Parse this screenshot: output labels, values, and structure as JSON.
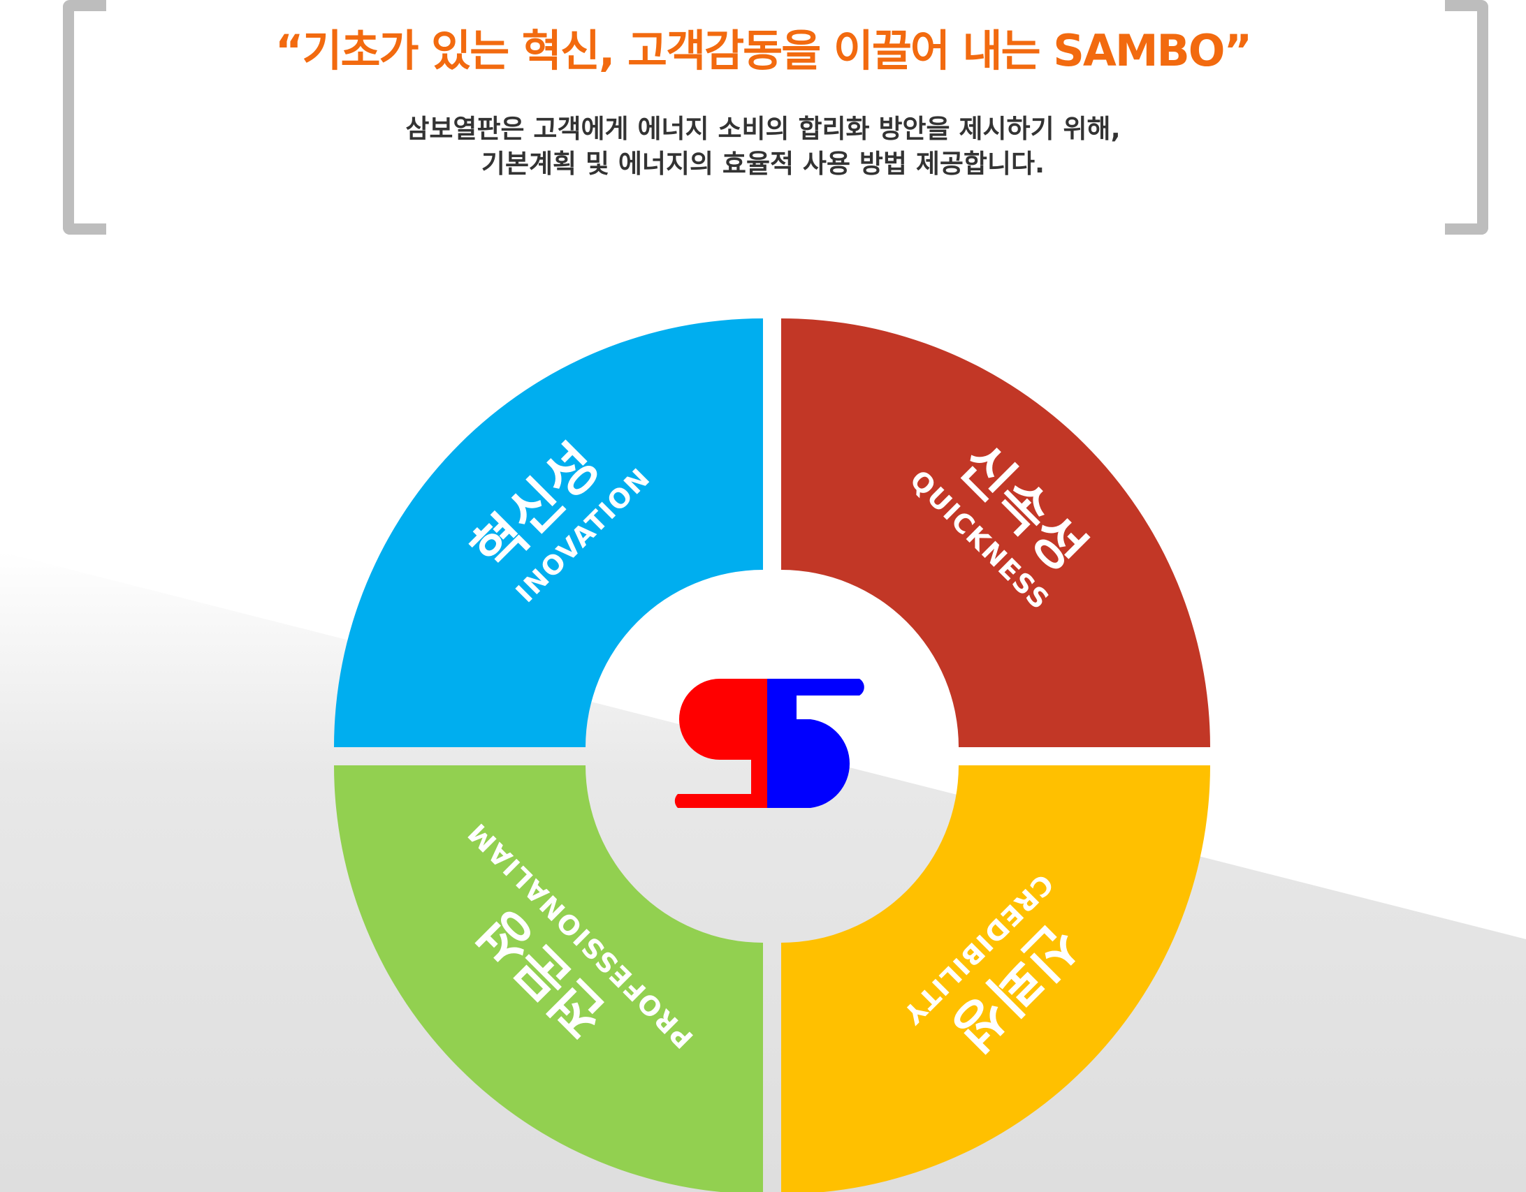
{
  "header": {
    "headline": "“기초가 있는 혁신, 고객감동을 이끌어 내는 SAMBO”",
    "subtitle_line1": "삼보열판은 고객에게 에너지 소비의 합리화 방안을 제시하기 위해,",
    "subtitle_line2": "기본계획 및 에너지의 효율적 사용 방법 제공합니다."
  },
  "colors": {
    "accent": "#f26a0f",
    "innovation": "#00aeef",
    "quickness": "#c23726",
    "professionalism": "#92d050",
    "credibility": "#ffc000",
    "logo_red": "#ff0000",
    "logo_blue": "#0000ff",
    "bracket": "#bdbdbd"
  },
  "diagram": {
    "center_logo": "sambo-sb-logo",
    "quadrants": [
      {
        "id": "innovation",
        "title": "혁신성",
        "subtitle": "INOVATION"
      },
      {
        "id": "quickness",
        "title": "신속성",
        "subtitle": "QUICKNESS"
      },
      {
        "id": "professionalism",
        "title": "전문성",
        "subtitle": "PROFESSIONALIAM"
      },
      {
        "id": "credibility",
        "title": "신뢰성",
        "subtitle": "CREDIBILITY"
      }
    ]
  }
}
